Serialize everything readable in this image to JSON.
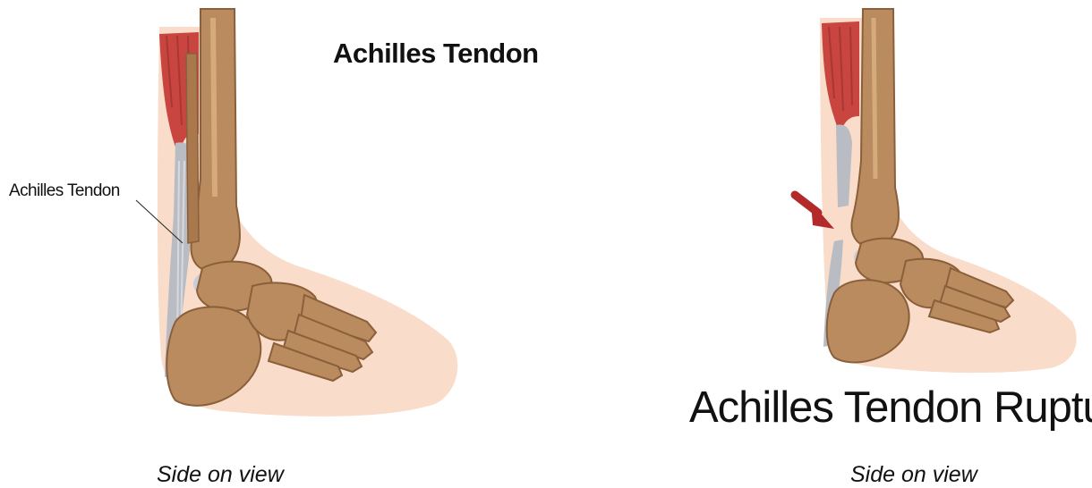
{
  "left": {
    "title": "Achilles Tendon",
    "callout": "Achilles Tendon",
    "caption": "Side on view"
  },
  "right": {
    "title": "Achilles Tendon Rupture",
    "caption": "Side on view"
  },
  "colors": {
    "skin": "#f9dcc9",
    "bone": "#b98b5e",
    "bone_dark": "#8a5f3a",
    "bone_light": "#d6ab7c",
    "muscle": "#c9453f",
    "tendon": "#b9bcc2",
    "cartilage": "#c9ccd6",
    "arrow": "#b22a2a"
  }
}
